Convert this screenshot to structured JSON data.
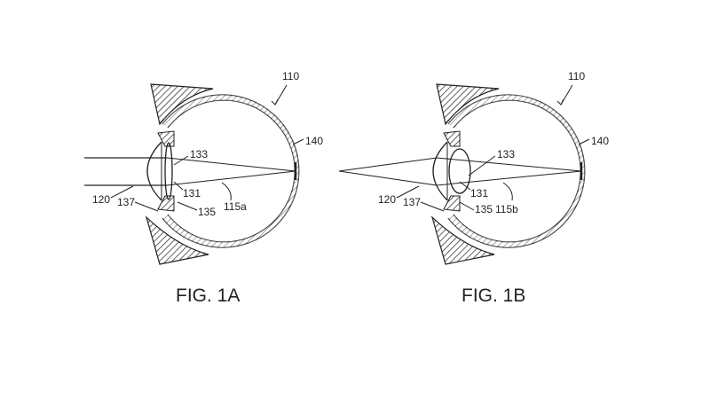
{
  "figures": [
    {
      "caption": "FIG. 1A",
      "labels": {
        "eye": "110",
        "retina": "140",
        "lens_front": "133",
        "lens": "131",
        "ciliary": "135",
        "ray": "115a",
        "cornea": "120",
        "muscle": "137"
      }
    },
    {
      "caption": "FIG. 1B",
      "labels": {
        "eye": "110",
        "retina": "140",
        "lens_front": "133",
        "lens": "131",
        "ciliary": "135",
        "ray": "115b",
        "cornea": "120",
        "muscle": "137"
      }
    }
  ]
}
